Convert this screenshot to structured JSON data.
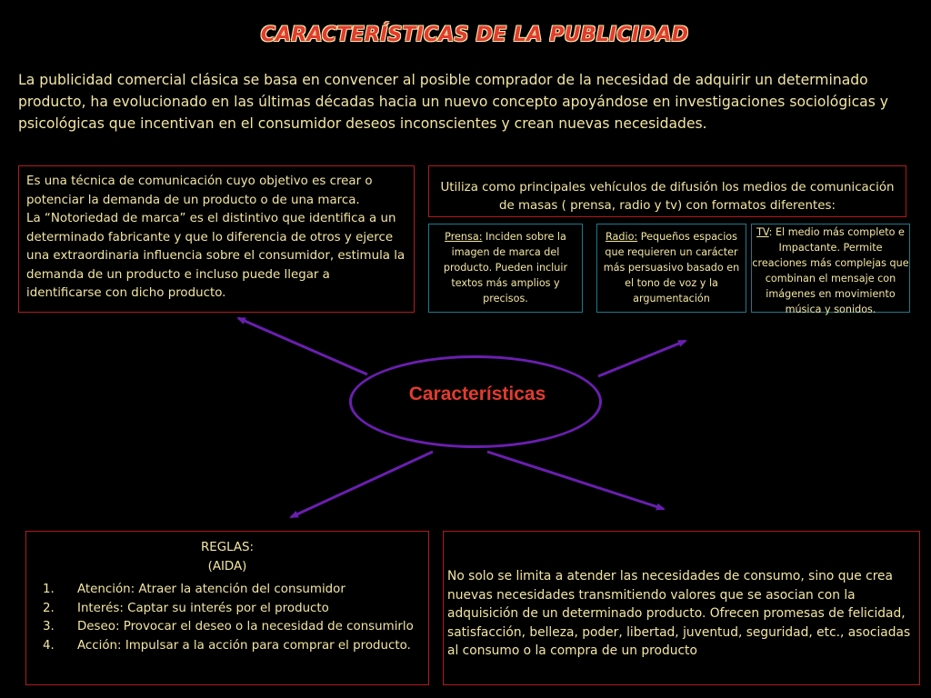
{
  "title": "CARACTERÍSTICAS DE LA PUBLICIDAD",
  "intro": "La publicidad comercial clásica se basa en convencer al posible comprador de la necesidad de adquirir un determinado producto, ha evolucionado en las últimas décadas hacia un nuevo concepto apoyándose en investigaciones sociológicas y psicológicas que incentivan en el consumidor deseos inconscientes y crean nuevas necesidades.",
  "center_label": "Características",
  "definition": {
    "p1": "Es una técnica de comunicación cuyo objetivo es crear o potenciar la demanda de un producto o de una marca.",
    "p2": "La “Notoriedad de marca” es el distintivo que identifica a un determinado fabricante y que lo diferencia de otros y ejerce una extraordinaria influencia sobre el consumidor, estimula la demanda de un producto e incluso puede llegar a  identificarse con dicho producto."
  },
  "media": {
    "intro": "Utiliza como  principales vehículos de difusión los medios de comunicación de masas ( prensa, radio y tv) con formatos diferentes:",
    "prensa": {
      "label": "Prensa:",
      "text": "  Inciden sobre la imagen de marca del producto. Pueden incluir textos más amplios y precisos."
    },
    "radio": {
      "label": "Radio:",
      "text": " Pequeños espacios que requieren un carácter más persuasivo basado en el tono de voz y la argumentación"
    },
    "tv": {
      "label": "TV",
      "text": ": El medio más completo e Impactante. Permite creaciones más complejas que combinan el mensaje con imágenes en movimiento música y sonidos."
    }
  },
  "rules": {
    "heading": "REGLAS:",
    "subheading": "(AIDA)",
    "items": [
      {
        "num": "1.",
        "text": "Atención: Atraer la atención del consumidor"
      },
      {
        "num": "2.",
        "text": "Interés: Captar su interés por el producto"
      },
      {
        "num": "3.",
        "text": "Deseo: Provocar el deseo o la necesidad de consumirlo"
      },
      {
        "num": "4.",
        "text": "Acción: Impulsar a la acción para comprar el producto."
      }
    ]
  },
  "new_needs": "No solo se limita a atender las necesidades de consumo, sino que crea nuevas necesidades transmitiendo valores que se asocian con la adquisición de un determinado producto. Ofrecen promesas de felicidad, satisfacción, belleza, poder, libertad, juventud, seguridad, etc., asociadas al consumo o la compra de un producto",
  "colors": {
    "background": "#000000",
    "title": "#e33b2f",
    "text": "#f3e6a2",
    "box_border": "#b01c1c",
    "media_border": "#1e7a8a",
    "connector": "#6a1fb0"
  }
}
